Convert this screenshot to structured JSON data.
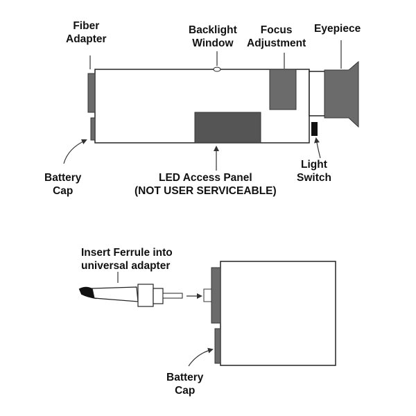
{
  "top_diagram": {
    "fiber_adapter": [
      "Fiber",
      "Adapter"
    ],
    "backlight_window": [
      "Backlight",
      "Window"
    ],
    "focus_adjustment": [
      "Focus",
      "Adjustment"
    ],
    "eyepiece": "Eyepiece",
    "battery_cap": [
      "Battery",
      "Cap"
    ],
    "led_access_panel": [
      "LED Access Panel",
      "(NOT USER SERVICEABLE)"
    ],
    "light_switch": [
      "Light",
      "Switch"
    ]
  },
  "bottom_diagram": {
    "insert_ferrule": [
      "Insert Ferrule into",
      "universal adapter"
    ],
    "battery_cap": [
      "Battery",
      "Cap"
    ]
  },
  "colors": {
    "outline": "#222222",
    "panel_gray": "#6b6b6b",
    "cable_black": "#111111"
  }
}
